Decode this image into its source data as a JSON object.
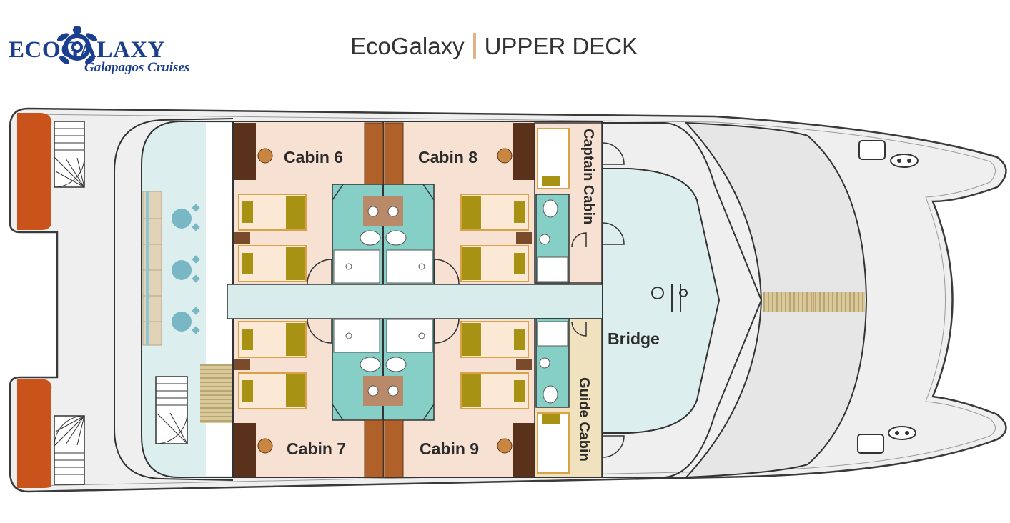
{
  "header": {
    "logo_main": "ECOGALAXY",
    "logo_sub": "Galapagos Cruises",
    "title_brand": "EcoGalaxy",
    "title_deck": "UPPER DECK"
  },
  "rooms": {
    "cabin_6": "Cabin 6",
    "cabin_7": "Cabin 7",
    "cabin_8": "Cabin 8",
    "cabin_9": "Cabin 9",
    "captain_cabin": "Captain Cabin",
    "guide_cabin": "Guide Cabin",
    "bridge": "Bridge"
  },
  "colors": {
    "brand_blue": "#1b3f8f",
    "cabin_floor": "#f6e1d2",
    "bathroom": "#86cfc6",
    "corridor": "#d9ecec",
    "hull": "#efefef",
    "lifeboat": "#c9531a",
    "desk": "#5a321c",
    "bed_yellow": "#a89213",
    "guide_cabin": "#f1e2bf",
    "title_separator": "#e0b28a"
  }
}
